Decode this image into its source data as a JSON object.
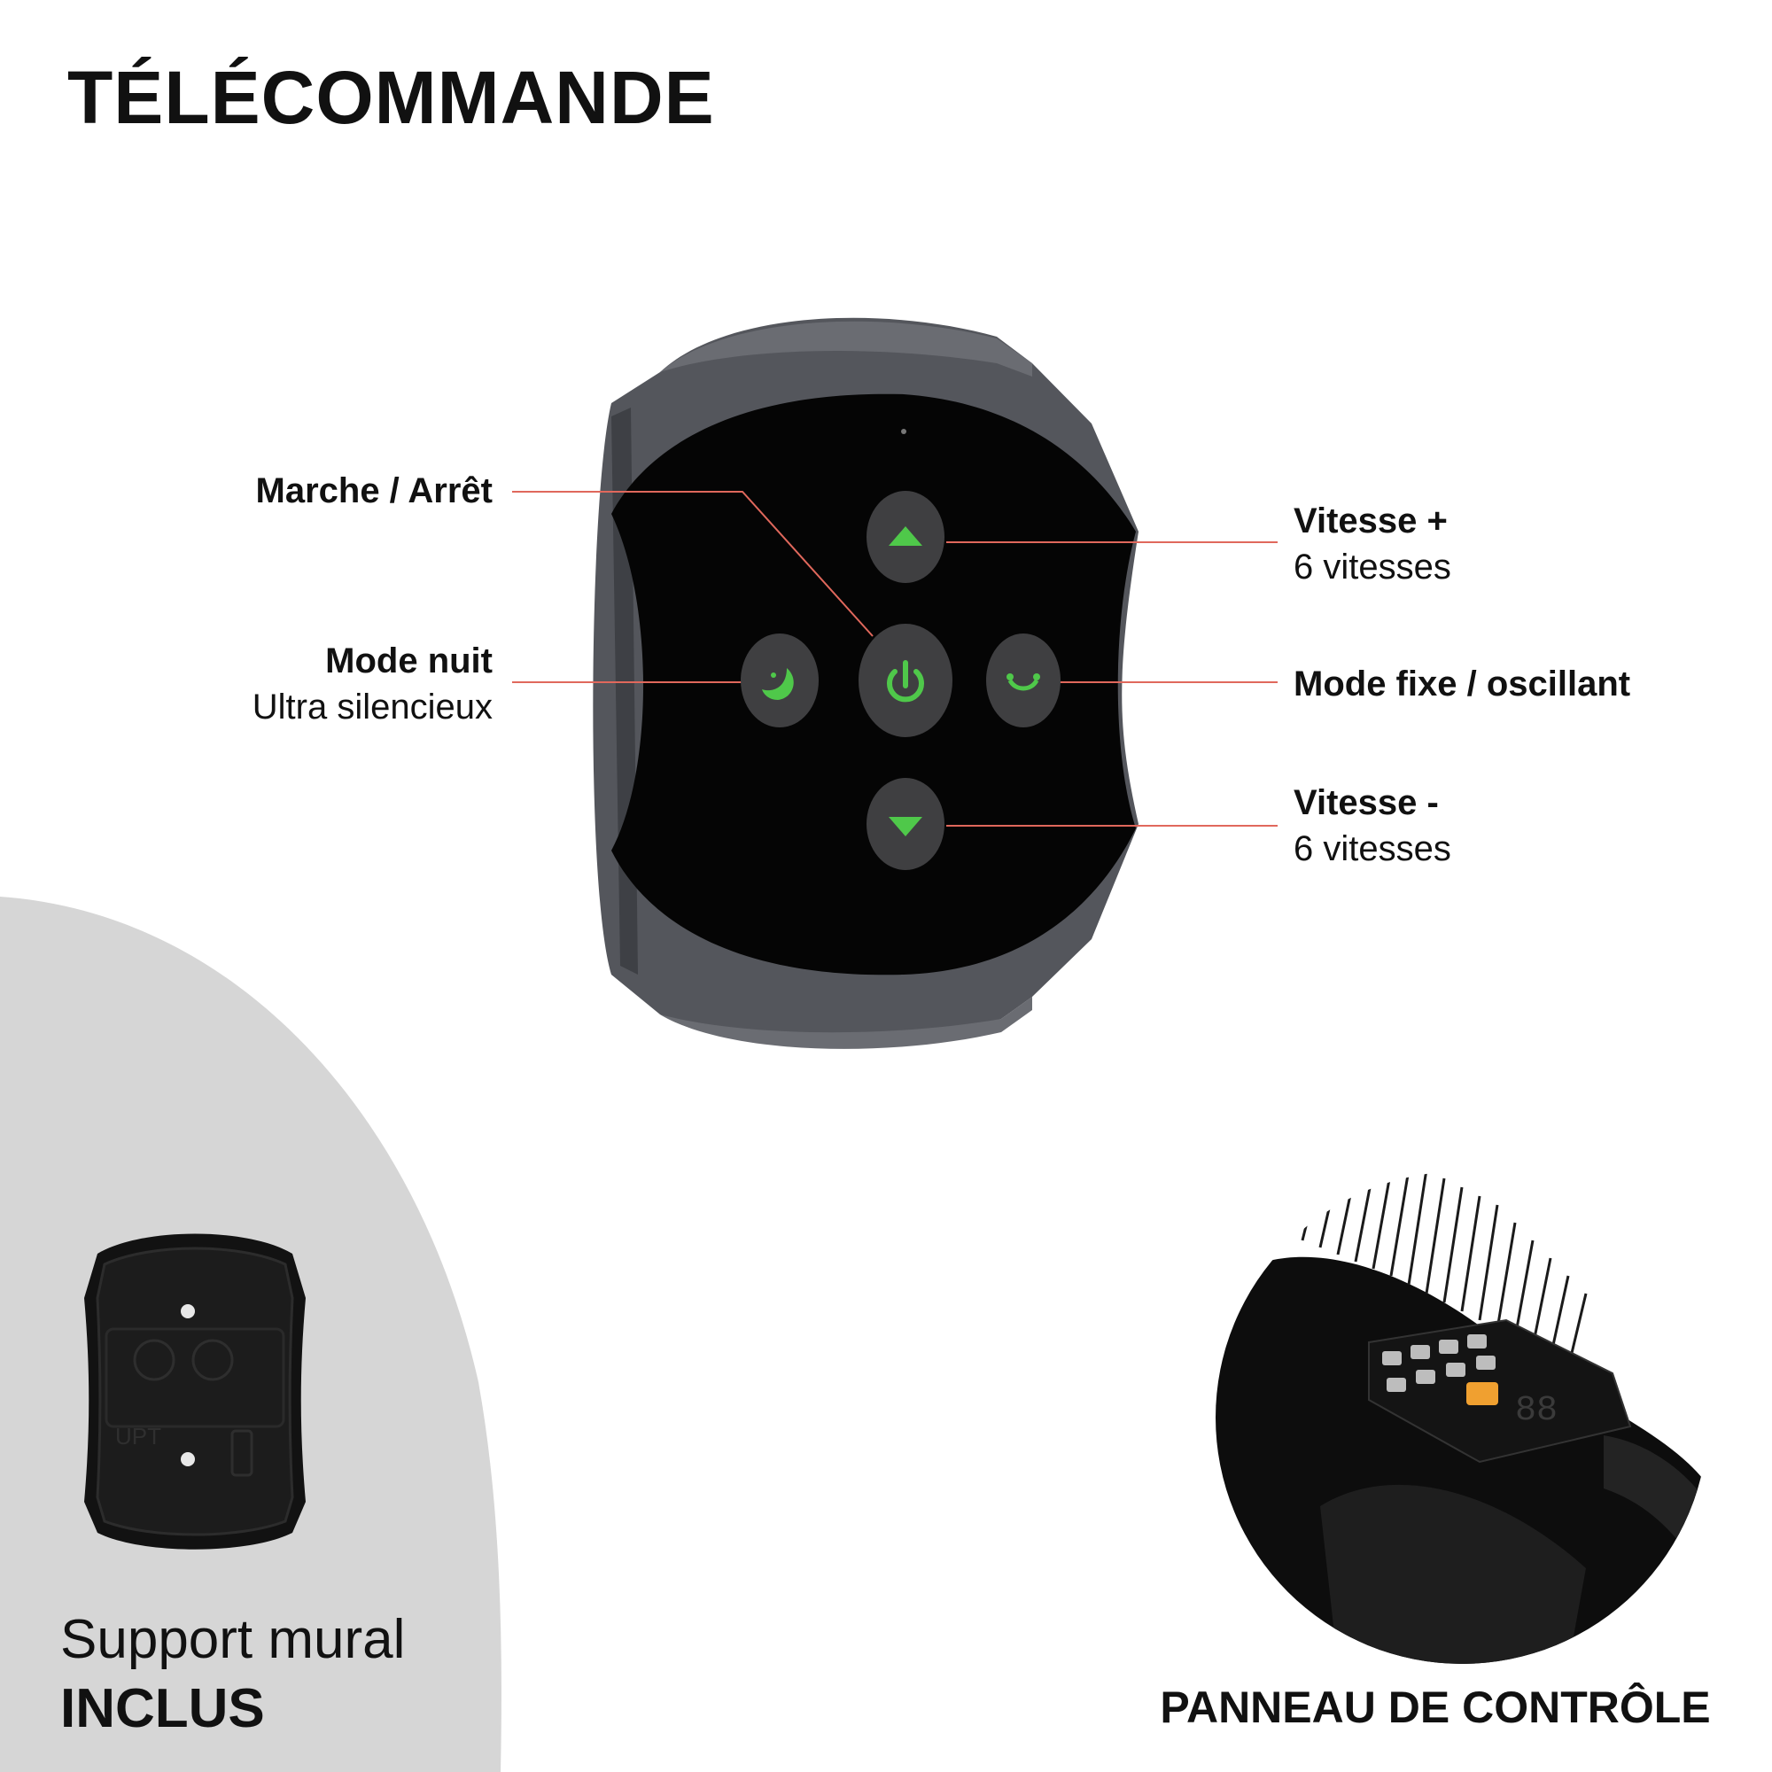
{
  "title": "TÉLÉCOMMANDE",
  "remote": {
    "buttons": {
      "power": {
        "icon": "power-icon"
      },
      "speed_up": {
        "icon": "triangle-up-icon"
      },
      "speed_down": {
        "icon": "triangle-down-icon"
      },
      "night": {
        "icon": "moon-icon"
      },
      "oscillate": {
        "icon": "oscillation-icon"
      }
    },
    "accent_color": "#4fc84a",
    "button_color": "#3f3f41",
    "body_color": "#050505",
    "frame_color": "#54565c",
    "leader_color": "#e0685c"
  },
  "labels": {
    "power": {
      "title": "Marche / Arrêt"
    },
    "night": {
      "title": "Mode nuit",
      "subtitle": "Ultra silencieux"
    },
    "speed_up": {
      "title": "Vitesse +",
      "subtitle": "6 vitesses"
    },
    "oscillate": {
      "title": "Mode fixe / oscillant"
    },
    "speed_down": {
      "title": "Vitesse -",
      "subtitle": "6 vitesses"
    }
  },
  "wall_mount": {
    "caption_line1": "Support mural",
    "caption_line2": "INCLUS",
    "embossed_text": "UPT",
    "background_color": "#d6d6d6"
  },
  "control_panel": {
    "caption": "PANNEAU DE CONTRÔLE",
    "display_digits": "88"
  }
}
